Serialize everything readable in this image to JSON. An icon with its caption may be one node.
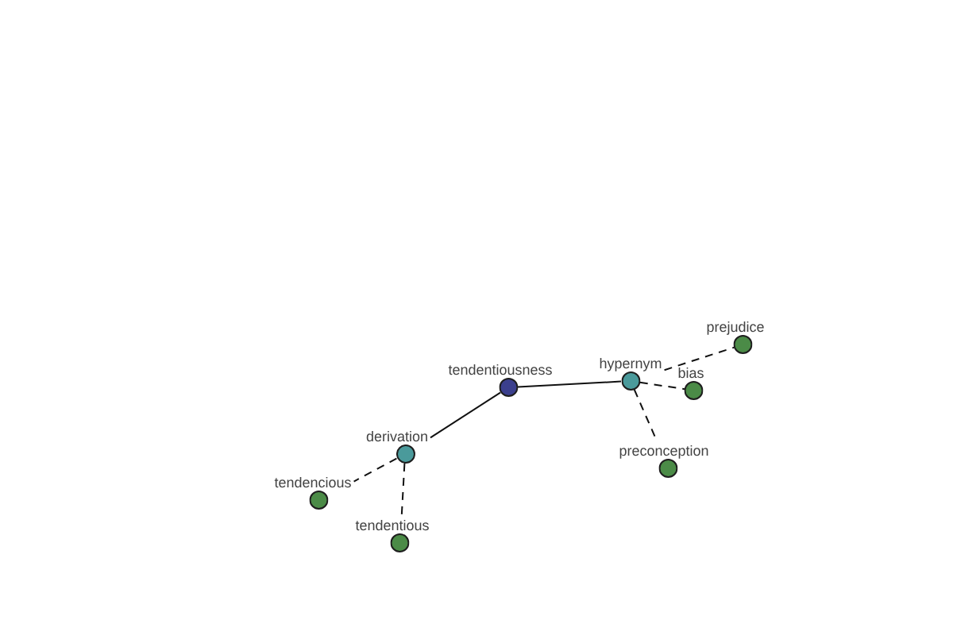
{
  "diagram": {
    "nodes": [
      {
        "text": [
          "tendentiousness"
        ]
      },
      {
        "text": [
          "hypernym"
        ]
      },
      {
        "text": [
          "derivation"
        ]
      },
      {
        "text": [
          "prejudice"
        ]
      },
      {
        "text": [
          "bias"
        ]
      },
      {
        "text": [
          "preconception"
        ]
      },
      {
        "text": [
          "tendencious"
        ]
      },
      {
        "text": [
          "tendentious"
        ]
      }
    ],
    "edges": [
      {
        "from": 0,
        "to": 2,
        "arrow": "none"
      },
      {
        "from": 0,
        "to": 1,
        "arrow": "none"
      },
      {
        "from": 2,
        "to": 6,
        "arrow": "none",
        "style": "dashed"
      },
      {
        "from": 2,
        "to": 7,
        "arrow": "none",
        "style": "dashed"
      },
      {
        "from": 1,
        "to": 3,
        "arrow": "none",
        "style": "dashed"
      },
      {
        "from": 1,
        "to": 4,
        "arrow": "none",
        "style": "dashed"
      },
      {
        "from": 1,
        "to": 5,
        "arrow": "none",
        "style": "dashed"
      }
    ]
  }
}
